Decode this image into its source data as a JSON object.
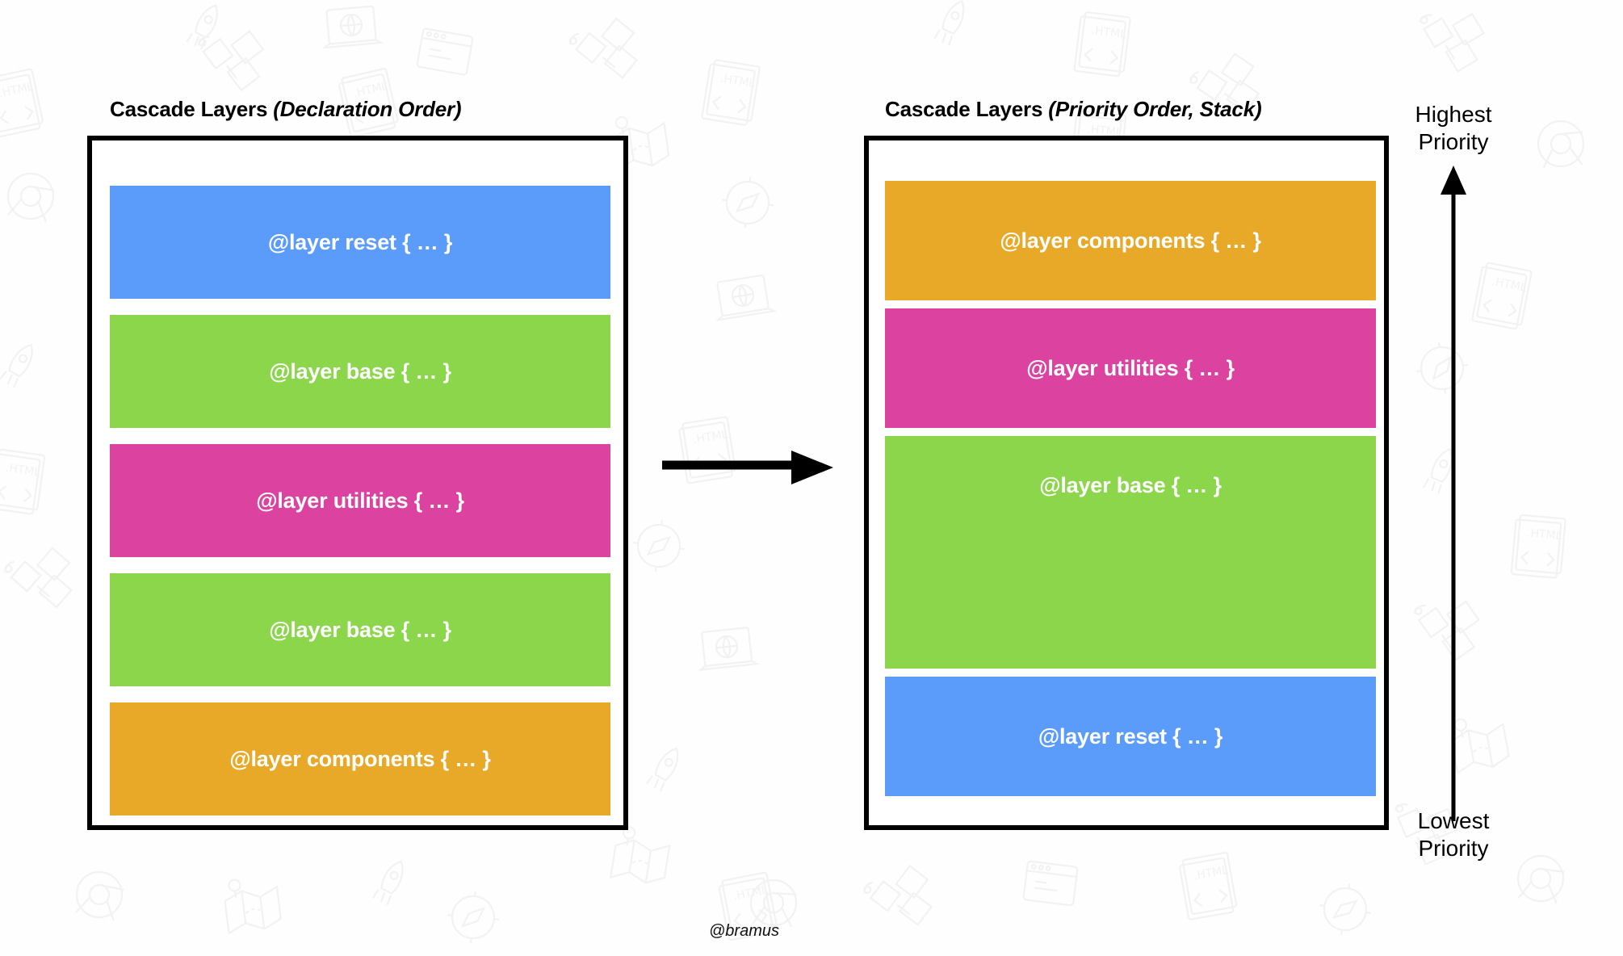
{
  "background_color": "#fefefe",
  "palette": {
    "blue": "#5b9cfb",
    "green": "#8bd64a",
    "pink": "#dc429f",
    "orange": "#e9a928",
    "outline": "#000000",
    "text_on_block": "#ffffff",
    "watermark": "#f2f2f2"
  },
  "left_panel": {
    "title_main": "Cascade Layers ",
    "title_em": "(Declaration Order)",
    "layers": [
      {
        "label": "@layer reset { … }",
        "color_key": "blue",
        "color": "#5b9cfb"
      },
      {
        "label": "@layer base { … }",
        "color_key": "green",
        "color": "#8bd64a"
      },
      {
        "label": "@layer utilities { … }",
        "color_key": "pink",
        "color": "#dc429f"
      },
      {
        "label": "@layer base { … }",
        "color_key": "green",
        "color": "#8bd64a"
      },
      {
        "label": "@layer components { … }",
        "color_key": "orange",
        "color": "#e9a928"
      }
    ]
  },
  "right_panel": {
    "title_main": "Cascade Layers ",
    "title_em": "(Priority Order, Stack)",
    "layers": [
      {
        "label": "@layer components { … }",
        "color_key": "orange",
        "color": "#e9a928"
      },
      {
        "label": "@layer utilities { … }",
        "color_key": "pink",
        "color": "#dc429f"
      },
      {
        "label": "@layer base { … }",
        "color_key": "green",
        "color": "#8bd64a"
      },
      {
        "label": "@layer reset { … }",
        "color_key": "blue",
        "color": "#5b9cfb"
      }
    ]
  },
  "transform_arrow": {
    "direction": "right",
    "color": "#000000"
  },
  "priority_axis": {
    "top_label_line1": "Highest",
    "top_label_line2": "Priority",
    "bottom_label_line1": "Lowest",
    "bottom_label_line2": "Priority",
    "direction": "up"
  },
  "credit": {
    "handle": "@bramus"
  },
  "watermark_icons": [
    "rocket-icon",
    "html-document-icon",
    "satellite-icon",
    "map-icon",
    "compass-icon",
    "laptop-globe-icon",
    "browser-icon",
    "chrome-icon",
    "code-icon",
    "location-pin-icon"
  ]
}
